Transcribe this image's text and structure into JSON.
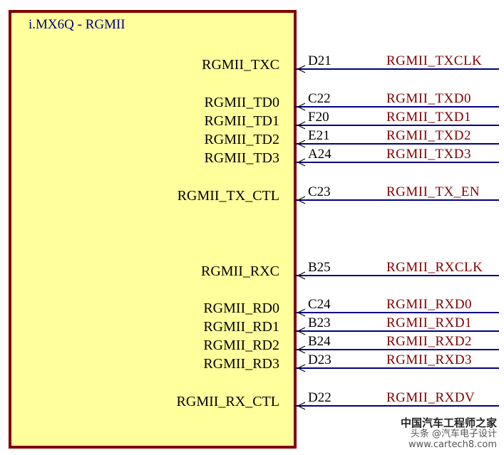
{
  "chip": {
    "title": "i.MX6Q - RGMII",
    "border_color": "#800000",
    "fill_color": "#ffff9c"
  },
  "signals": [
    {
      "pin": "RGMII_TXC",
      "ball": "D21",
      "net": "RGMII_TXCLK"
    },
    {
      "pin": "RGMII_TD0",
      "ball": "C22",
      "net": "RGMII_TXD0"
    },
    {
      "pin": "RGMII_TD1",
      "ball": "F20",
      "net": "RGMII_TXD1"
    },
    {
      "pin": "RGMII_TD2",
      "ball": "E21",
      "net": "RGMII_TXD2"
    },
    {
      "pin": "RGMII_TD3",
      "ball": "A24",
      "net": "RGMII_TXD3"
    },
    {
      "pin": "RGMII_TX_CTL",
      "ball": "C23",
      "net": "RGMII_TX_EN"
    },
    {
      "pin": "RGMII_RXC",
      "ball": "B25",
      "net": "RGMII_RXCLK"
    },
    {
      "pin": "RGMII_RD0",
      "ball": "C24",
      "net": "RGMII_RXD0"
    },
    {
      "pin": "RGMII_RD1",
      "ball": "B23",
      "net": "RGMII_RXD1"
    },
    {
      "pin": "RGMII_RD2",
      "ball": "B24",
      "net": "RGMII_RXD2"
    },
    {
      "pin": "RGMII_RD3",
      "ball": "D23",
      "net": "RGMII_RXD3"
    },
    {
      "pin": "RGMII_RX_CTL",
      "ball": "D22",
      "net": "RGMII_RXDV"
    }
  ],
  "colors": {
    "wire": "#000080",
    "net_text": "#800000"
  },
  "watermark": {
    "line1": "中国汽车工程师之家",
    "line2": "头条 @汽车电子设计",
    "line3": "www.cartech8.com"
  }
}
